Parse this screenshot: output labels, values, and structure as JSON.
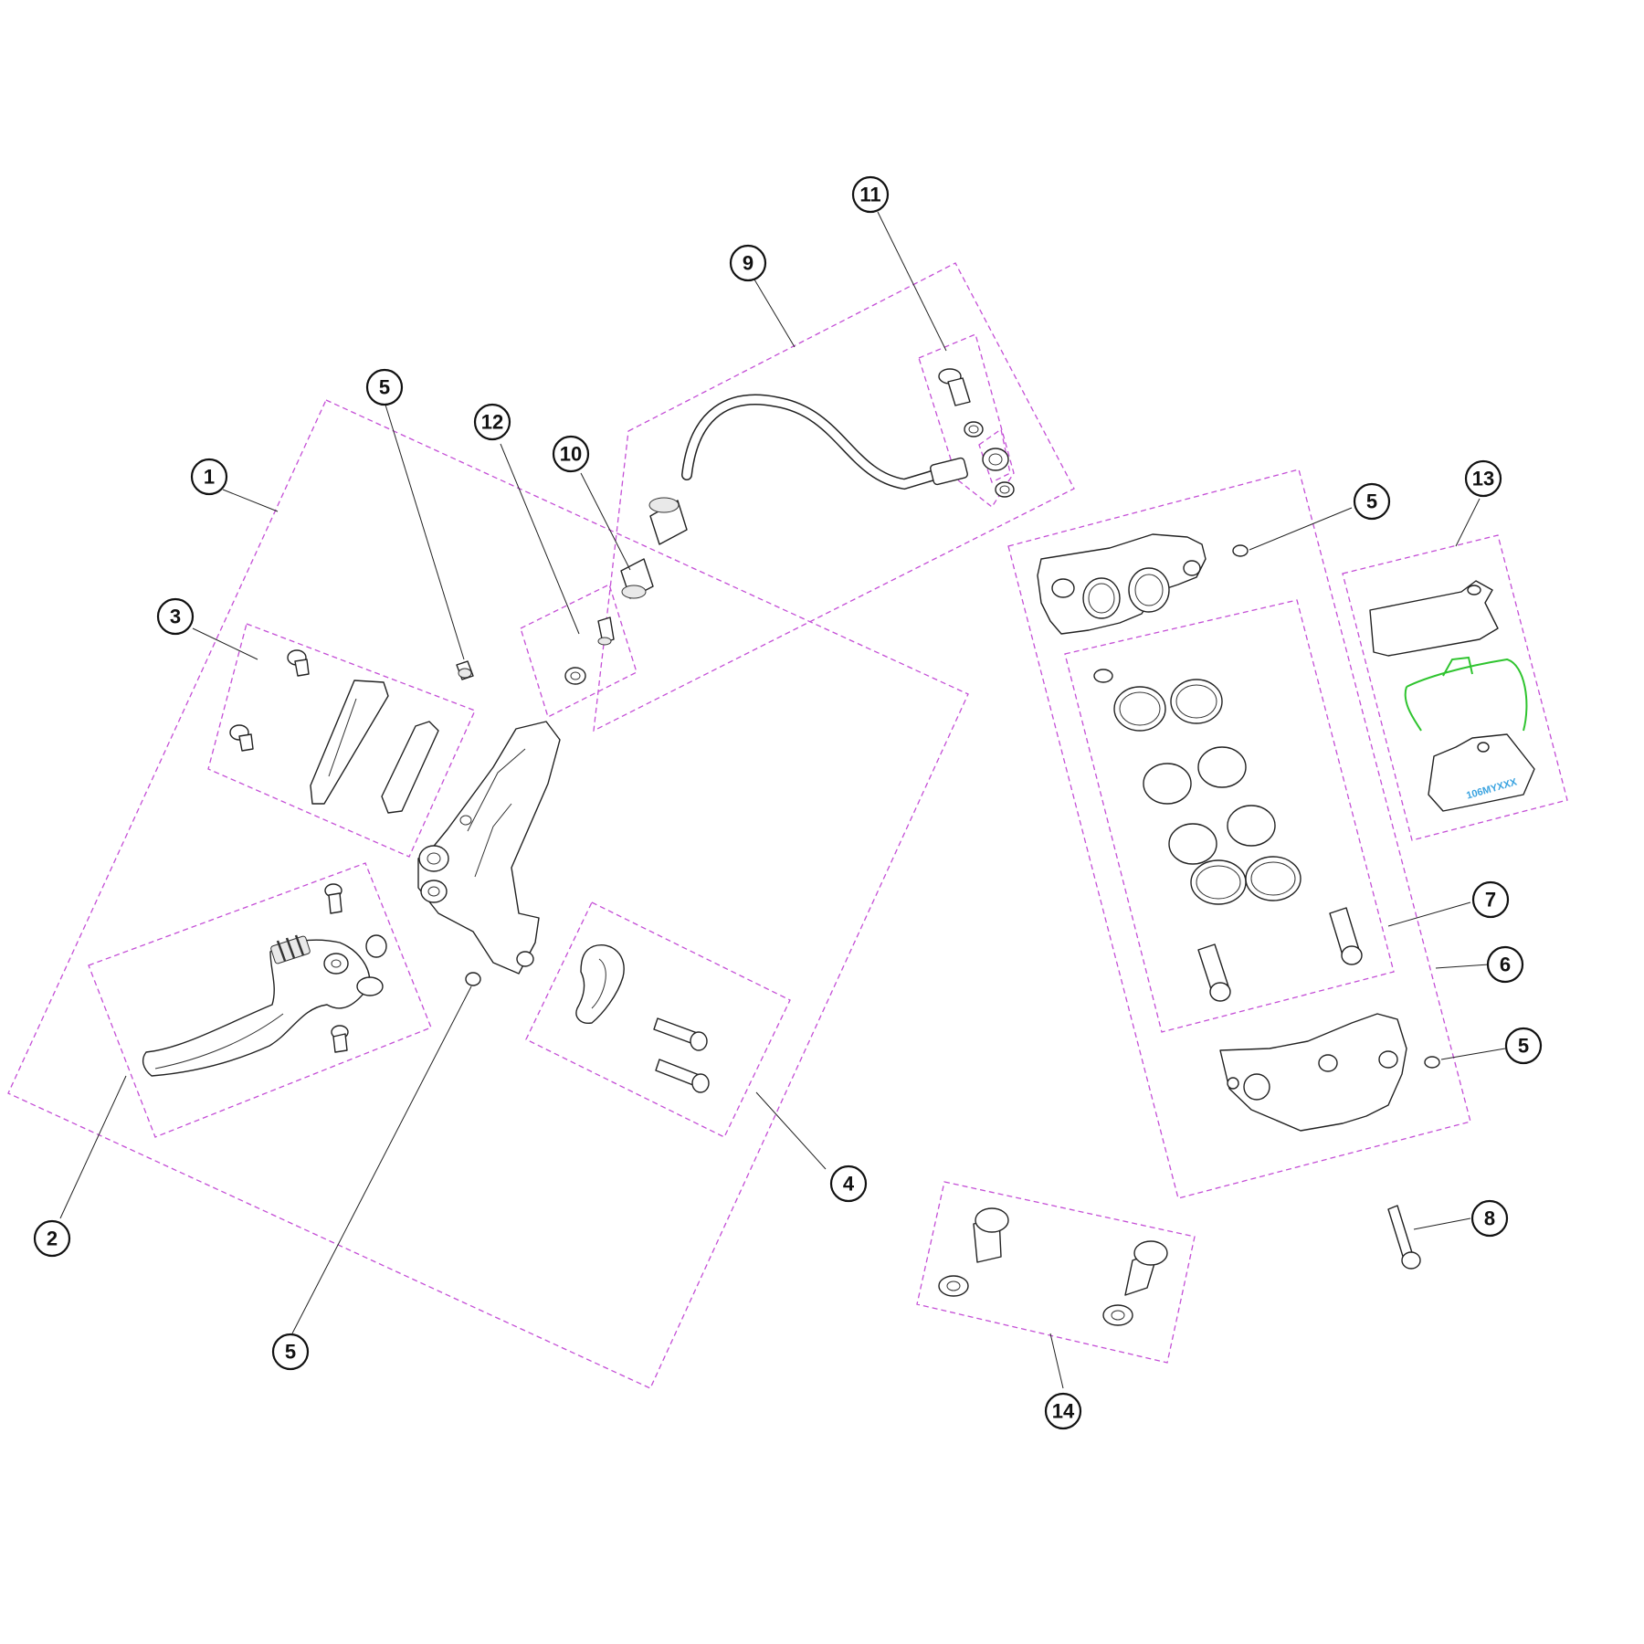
{
  "diagram": {
    "callouts": [
      {
        "id": "c1",
        "label": "1"
      },
      {
        "id": "c2",
        "label": "2"
      },
      {
        "id": "c3",
        "label": "3"
      },
      {
        "id": "c4",
        "label": "4"
      },
      {
        "id": "c5a",
        "label": "5"
      },
      {
        "id": "c5b",
        "label": "5"
      },
      {
        "id": "c5c",
        "label": "5"
      },
      {
        "id": "c5d",
        "label": "5"
      },
      {
        "id": "c6",
        "label": "6"
      },
      {
        "id": "c7",
        "label": "7"
      },
      {
        "id": "c8",
        "label": "8"
      },
      {
        "id": "c9",
        "label": "9"
      },
      {
        "id": "c10",
        "label": "10"
      },
      {
        "id": "c11",
        "label": "11"
      },
      {
        "id": "c12",
        "label": "12"
      },
      {
        "id": "c13",
        "label": "13"
      },
      {
        "id": "c14",
        "label": "14"
      }
    ],
    "pad_code": "106MYXXX",
    "colors": {
      "group_outline": "#c44fd6",
      "pad_clip": "#2fc42f",
      "pad_code_text": "#3aa3e0",
      "line": "#222222"
    }
  }
}
